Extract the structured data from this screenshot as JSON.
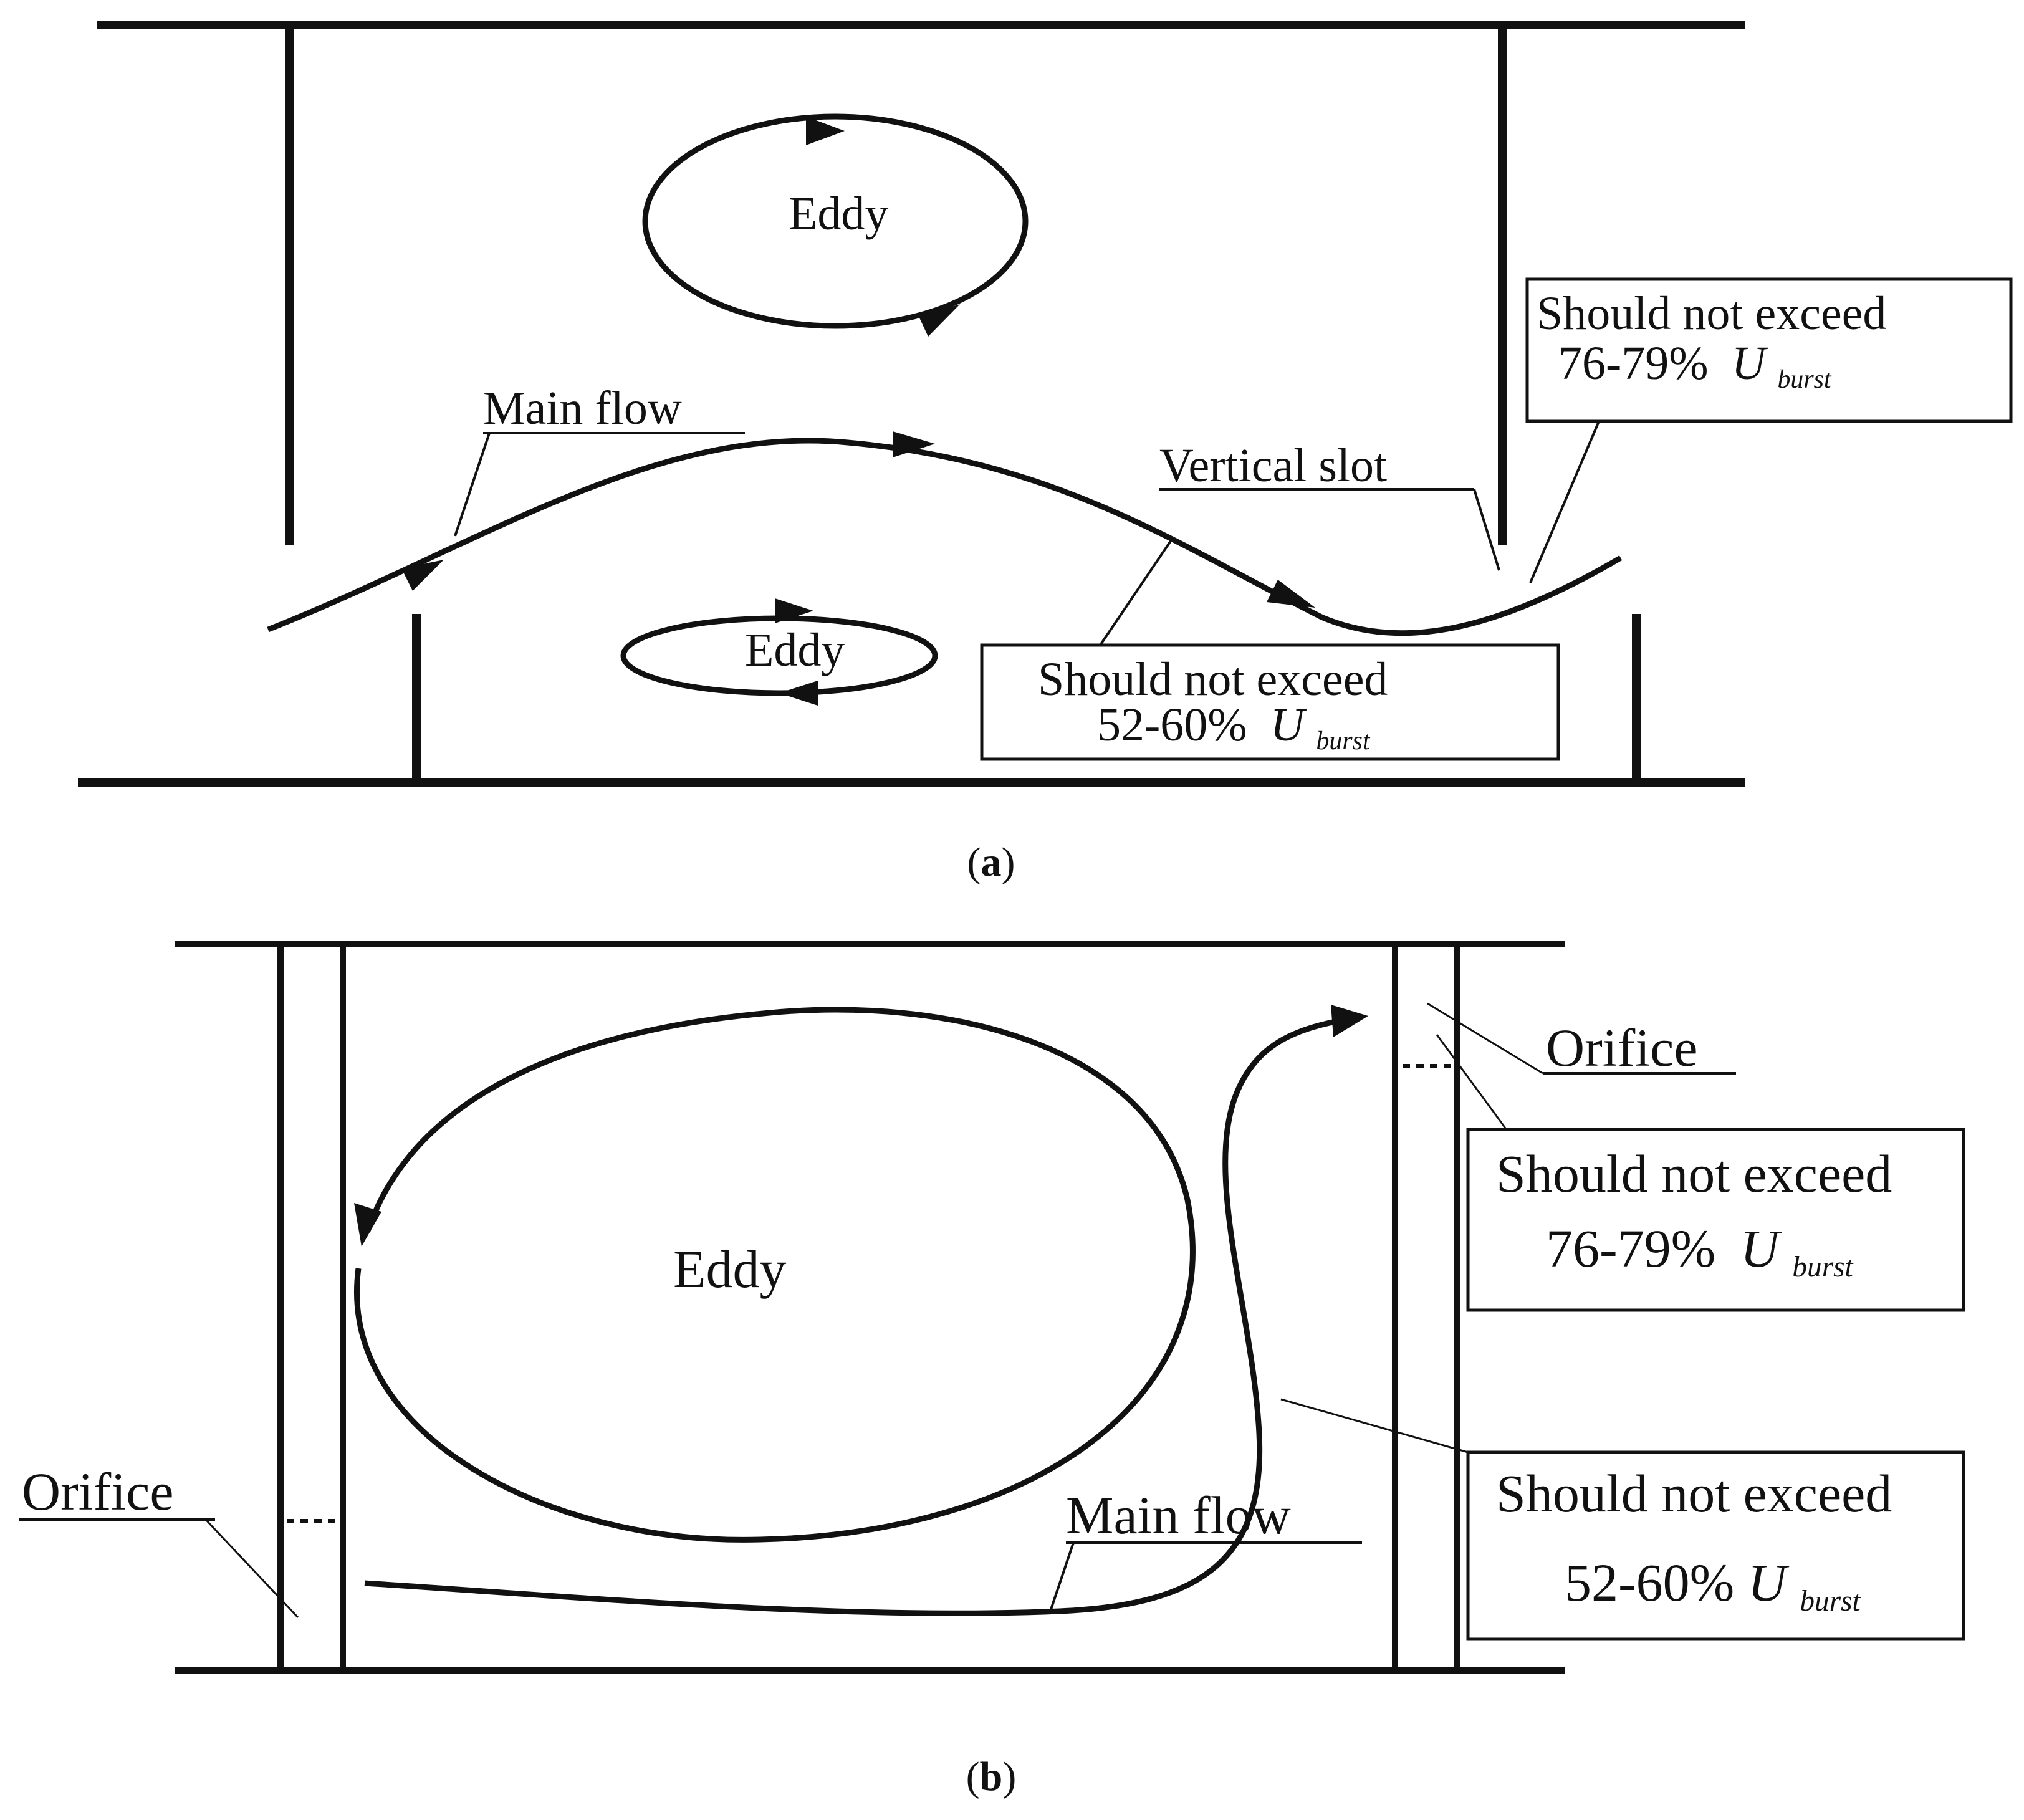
{
  "panel_a": {
    "caption_open": "(",
    "caption_letter": "a",
    "caption_close": ")",
    "eddy_top": "Eddy",
    "eddy_bottom": "Eddy",
    "main_flow": "Main flow",
    "vertical_slot": "Vertical slot",
    "box_right": {
      "line1": "Should not exceed",
      "line2_value": "76-79%",
      "line2_symbol": "U",
      "line2_sub": "burst"
    },
    "box_bottom": {
      "line1": "Should not exceed",
      "line2_value": "52-60%",
      "line2_symbol": "U",
      "line2_sub": "burst"
    }
  },
  "panel_b": {
    "caption_open": "(",
    "caption_letter": "b",
    "caption_close": ")",
    "eddy": "Eddy",
    "main_flow": "Main flow",
    "orifice_right": "Orifice",
    "orifice_left": "Orifice",
    "box_upper": {
      "line1": "Should not exceed",
      "line2_value": "76-79%",
      "line2_symbol": "U",
      "line2_sub": "burst"
    },
    "box_lower": {
      "line1": "Should not exceed",
      "line2_value": "52-60%",
      "line2_symbol": "U",
      "line2_sub": "burst"
    }
  },
  "colors": {
    "ink": "#111111",
    "background": "#ffffff"
  }
}
